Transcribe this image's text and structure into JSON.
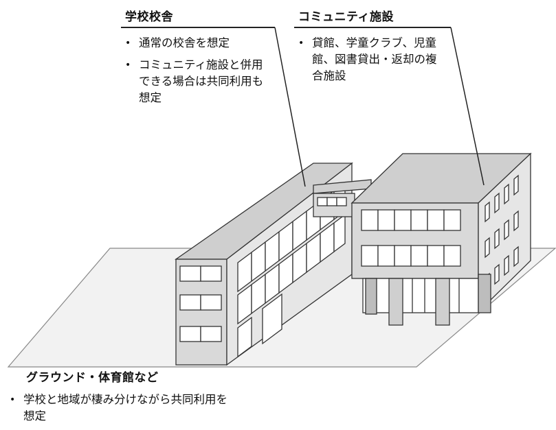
{
  "callouts": {
    "school": {
      "title": "学校校舎",
      "items": [
        "通常の校舎を想定",
        "コミュニティ施設と併用できる場合は共同利用も想定"
      ]
    },
    "community": {
      "title": "コミュニティ施設",
      "items": [
        "貸館、学童クラブ、児童館、図書貸出・返却の複合施設"
      ]
    },
    "ground": {
      "title": "グラウンド・体育館など",
      "items": [
        "学校と地域が棲み分けながら共同利用を想定"
      ]
    }
  },
  "colors": {
    "ground_fill": "#f2f2f2",
    "wall_front": "#d9d9d9",
    "wall_side": "#e6e6e6",
    "roof": "#cfcfcf",
    "window": "#ffffff",
    "outline": "#333333",
    "pillar": "#bdbdbd"
  }
}
